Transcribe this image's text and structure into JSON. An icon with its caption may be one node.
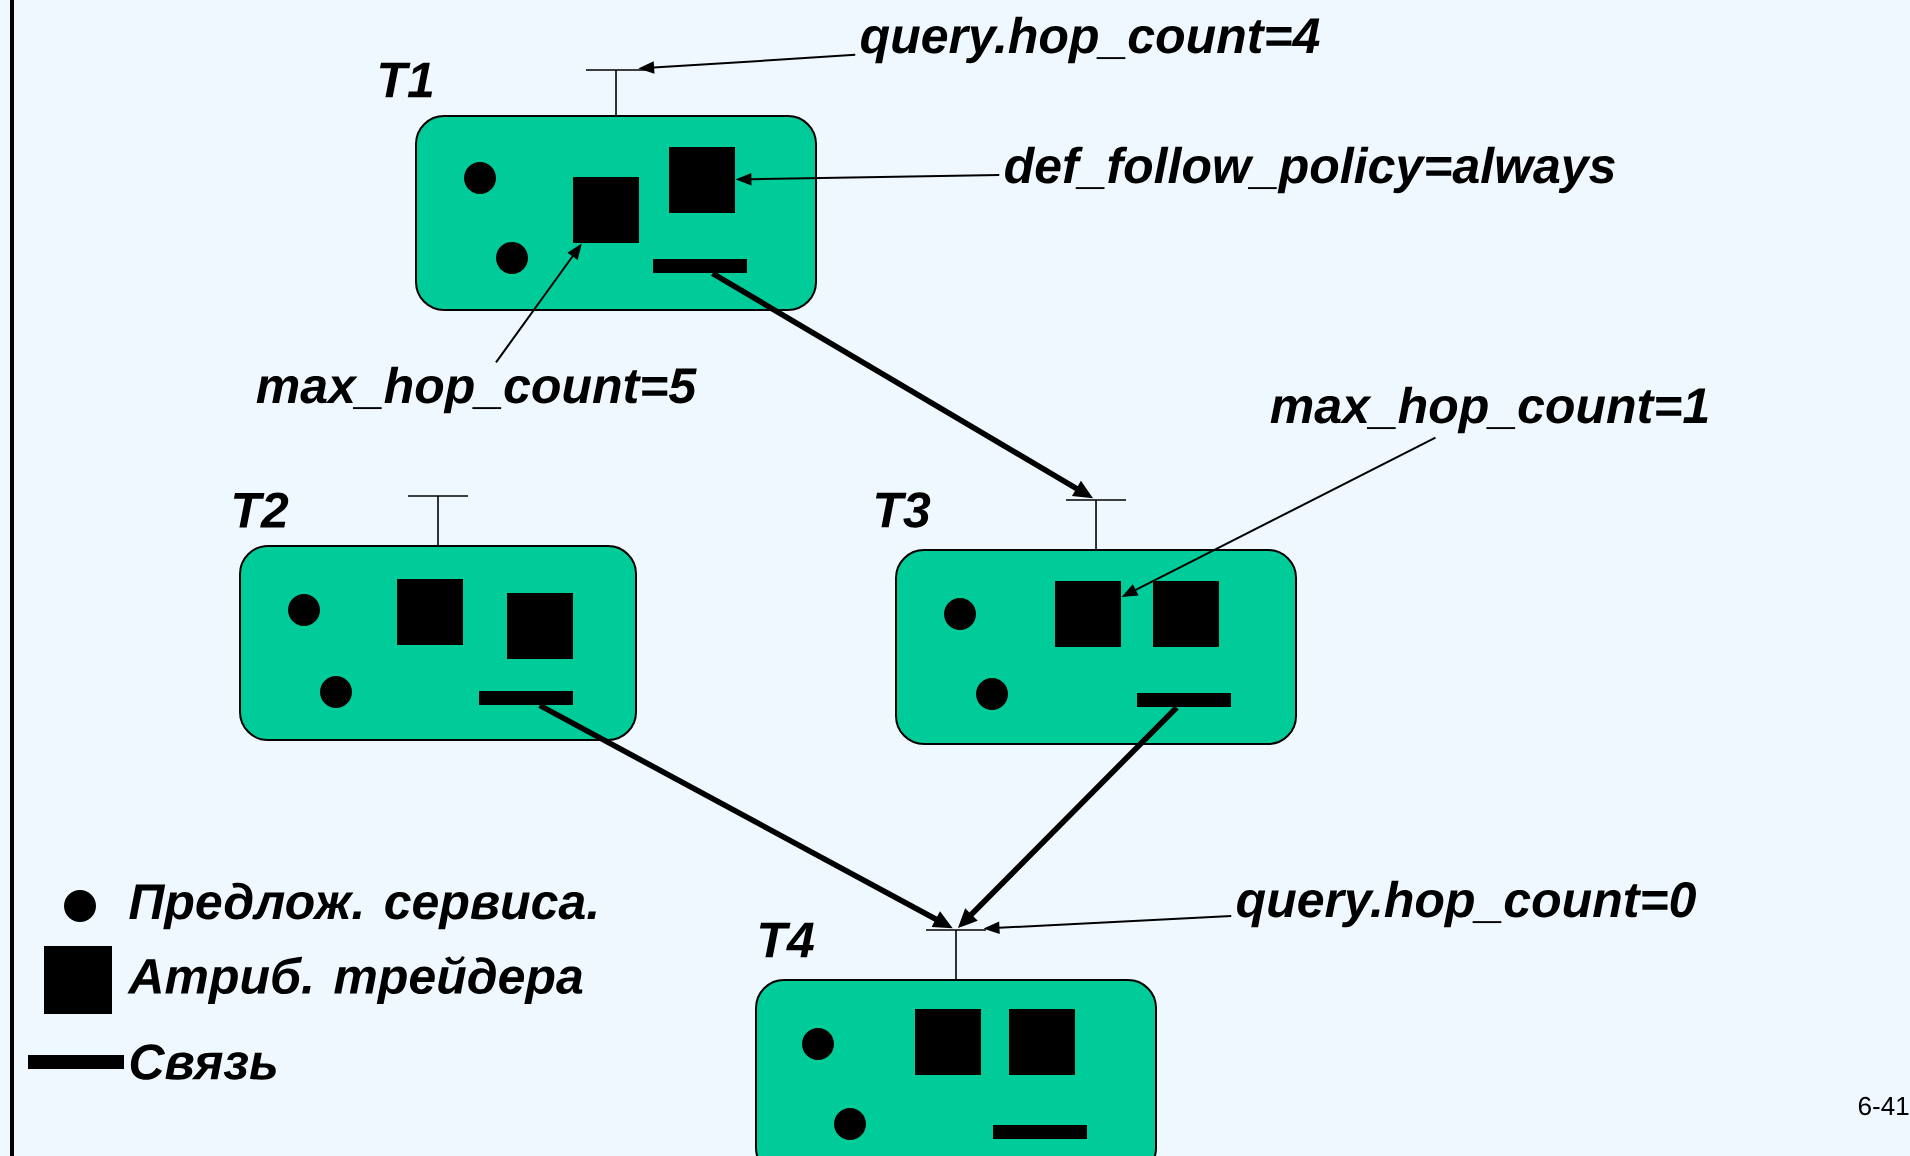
{
  "diagram": {
    "nodes": [
      {
        "text": [
          "T1"
        ]
      },
      {
        "text": [],
        "shape": "line"
      },
      {
        "text": [],
        "shape": "box",
        "in": 0
      },
      {
        "text": [],
        "shape": "box",
        "in": 0
      },
      {
        "text": [],
        "shape": "bar",
        "in": 0
      },
      {
        "text": [
          "T2"
        ]
      },
      {
        "text": [],
        "shape": "line"
      },
      {
        "text": [],
        "shape": "bar",
        "in": 5
      },
      {
        "text": [
          "T3"
        ]
      },
      {
        "text": [],
        "shape": "line"
      },
      {
        "text": [],
        "shape": "box",
        "in": 8
      },
      {
        "text": [],
        "shape": "bar",
        "in": 8
      },
      {
        "text": [
          "T4"
        ]
      },
      {
        "text": [],
        "shape": "line"
      },
      {
        "text": [
          "query.hop_count=4"
        ]
      },
      {
        "text": [
          "def_follow_policy=always"
        ]
      },
      {
        "text": [
          "max_hop_count=5"
        ]
      },
      {
        "text": [
          "max_hop_count=1"
        ]
      },
      {
        "text": [
          "query.hop_count=0"
        ]
      },
      {
        "text": [],
        "shape": "box",
        "in": 5
      },
      {
        "text": [],
        "shape": "box",
        "in": 5
      },
      {
        "text": [],
        "shape": "box",
        "in": 8
      },
      {
        "text": [],
        "shape": "box",
        "in": 12
      },
      {
        "text": [],
        "shape": "box",
        "in": 12
      },
      {
        "text": [],
        "shape": "bar",
        "in": 12
      }
    ],
    "edges": [
      {
        "from": 4,
        "to": 9,
        "arrow": "to",
        "style": "thick"
      },
      {
        "from": 7,
        "to": 13,
        "arrow": "to",
        "style": "thick"
      },
      {
        "from": 11,
        "to": 13,
        "arrow": "to",
        "style": "thick"
      },
      {
        "from": 14,
        "to": 1,
        "arrow": "to"
      },
      {
        "from": 15,
        "to": 3,
        "arrow": "to"
      },
      {
        "from": 16,
        "to": 2,
        "arrow": "to"
      },
      {
        "from": 17,
        "to": 10,
        "arrow": "to"
      },
      {
        "from": 18,
        "to": 13,
        "arrow": "to"
      }
    ],
    "labels": [
      "6-41"
    ],
    "legend": [
      {
        "text": "Предлож. сервиса."
      },
      {
        "text": "Атриб. трейдера"
      },
      {
        "text": "Связь"
      }
    ]
  }
}
